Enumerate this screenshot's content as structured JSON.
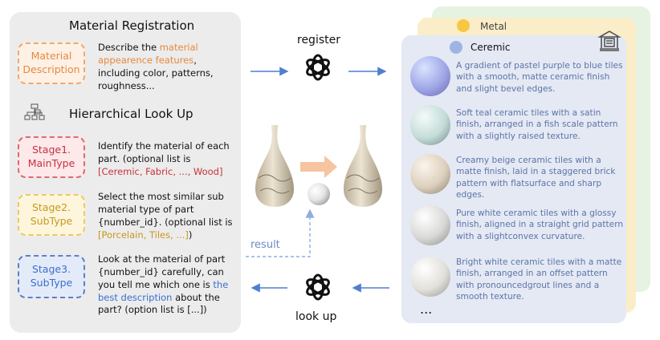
{
  "left": {
    "title": "Material Registration",
    "material_box": "Material\nDescription",
    "material_desc_pre": "Describe the ",
    "material_desc_hl": "material appearence features",
    "material_desc_post": ", including color, patterns, roughness...",
    "lookup_title": "Hierarchical Look Up",
    "stage1_box": "Stage1.\nMainType",
    "stage1_desc": "Identify the material of each part. (optional list is ",
    "stage1_list": "[Ceremic, Fabric, ..., Wood]",
    "stage2_box": "Stage2.\nSubType",
    "stage2_desc": "Select the most similar sub material type of part {number_id}. (optional list is ",
    "stage2_list": "[Porcelain, Tiles, ...]",
    "stage2_tail": ")",
    "stage3_box": "Stage3.\nSubType",
    "stage3_desc_pre": "Look at the material of part {number_id} carefully, can you tell me which one is ",
    "stage3_hl": "the best description",
    "stage3_desc_post": " about the part? (option list is [...])"
  },
  "center": {
    "register_label": "register",
    "lookup_label": "look up",
    "result_label": "result"
  },
  "right": {
    "metal_label": "Metal",
    "ceramic_label": "Ceremic",
    "ellipsis": "...",
    "items": [
      "A gradient of pastel purple to blue tiles with a smooth, matte ceramic finish and slight bevel edges.",
      "Soft teal ceramic tiles with a satin finish, arranged in a fish scale pattern with a slightly raised texture.",
      "Creamy beige ceramic tiles with a matte finish, laid in a staggered brick pattern with flatsurface and sharp edges.",
      "Pure white ceramic tiles with a glossy finish, aligned in a straight grid pattern with a slightconvex curvature.",
      "Bright white ceramic tiles with a matte finish, arranged in an offset pattern with pronouncedgrout lines and a smooth texture."
    ]
  },
  "colors": {
    "orange": "#e8883c",
    "red": "#c8323c",
    "gold": "#c89820",
    "blue": "#3a6fd0",
    "arrow": "#4f7fd0",
    "item_text": "#5d74a8"
  }
}
